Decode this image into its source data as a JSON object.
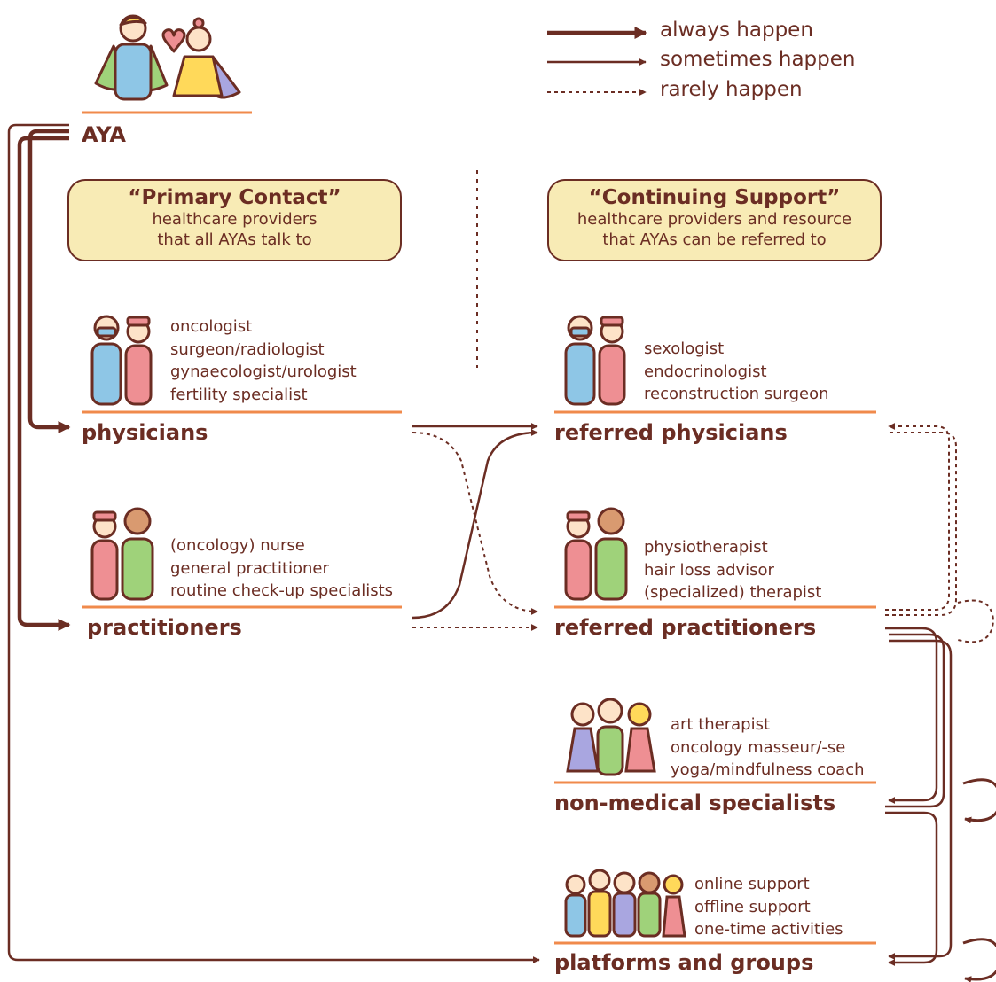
{
  "legend": {
    "always": "always happen",
    "sometimes": "sometimes happen",
    "rarely": "rarely happen"
  },
  "aya": {
    "label": "AYA"
  },
  "primary": {
    "title": "“Primary Contact”",
    "line1": "healthcare providers",
    "line2": "that all AYAs talk to"
  },
  "continuing": {
    "title": "“Continuing Support”",
    "line1": "healthcare providers and resource",
    "line2": "that AYAs can be referred to"
  },
  "physicians": {
    "label": "physicians",
    "items": [
      "oncologist",
      "surgeon/radiologist",
      "gynaecologist/urologist",
      "fertility specialist"
    ]
  },
  "practitioners": {
    "label": "practitioners",
    "items": [
      "(oncology) nurse",
      "general practitioner",
      "routine check-up specialists"
    ]
  },
  "referred_physicians": {
    "label": "referred physicians",
    "items": [
      "sexologist",
      "endocrinologist",
      "reconstruction surgeon"
    ]
  },
  "referred_practitioners": {
    "label": "referred practitioners",
    "items": [
      "physiotherapist",
      "hair loss advisor",
      "(specialized) therapist"
    ]
  },
  "non_medical": {
    "label": "non-medical specialists",
    "items": [
      "art therapist",
      "oncology masseur/-se",
      "yoga/mindfulness coach"
    ]
  },
  "platforms": {
    "label": "platforms and groups",
    "items": [
      "online support",
      "offline support",
      "one-time activities"
    ]
  },
  "colors": {
    "ink": "#6b2d23",
    "underline": "#f08a4b",
    "box_fill": "#f8ebb5",
    "blue": "#8ec6e6",
    "pink": "#ee8f93",
    "green": "#9fd27a",
    "yellow": "#ffd95a",
    "purple": "#a9a6e0",
    "skin": "#fde3c8",
    "tan": "#d99a70"
  }
}
